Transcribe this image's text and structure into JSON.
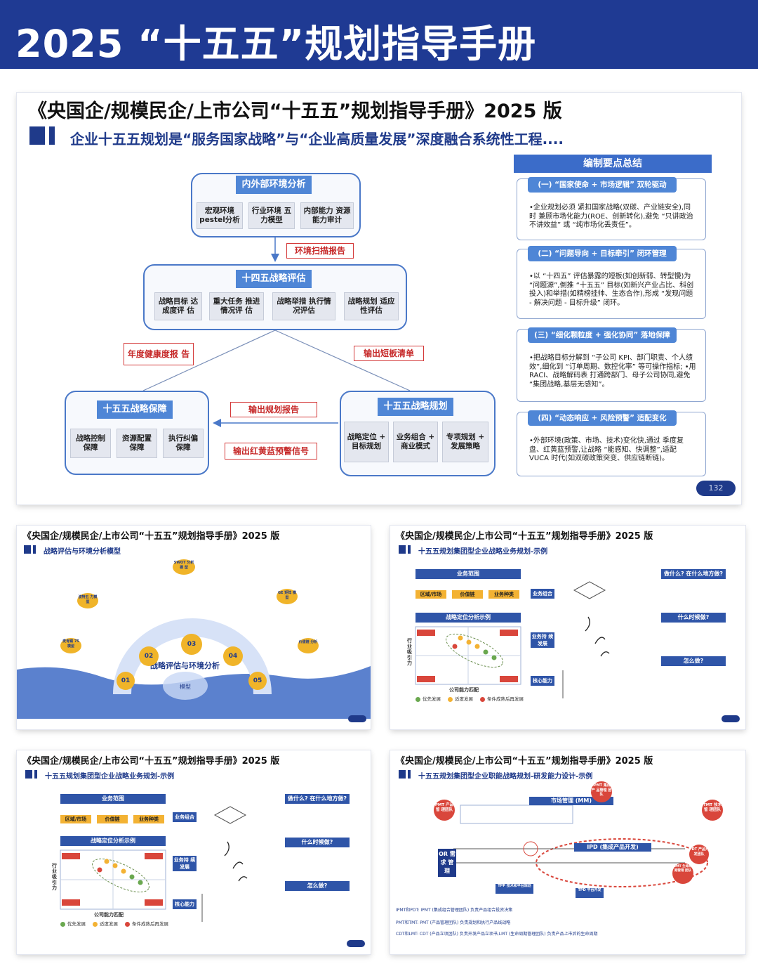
{
  "banner": {
    "title": "2025 “十五五”规划指导手册"
  },
  "main_slide": {
    "title": "《央国企/规模民企/上市公司“十五五”规划指导手册》2025 版",
    "subtitle": "企业十五五规划是“服务国家战略”与“企业高质量发展”深度融合系统性工程....",
    "env": {
      "title": "内外部环境分析",
      "items": [
        "宏观环境 pestel分析",
        "行业环境 五力模型",
        "内部能力 资源能力审计"
      ]
    },
    "env_report": "环境扫描报告",
    "eval14": {
      "title": "十四五战略评估",
      "items": [
        "战略目标 达成度评 估",
        "重大任务 推进情况评 估",
        "战略举措 执行情况评估",
        "战略规划 适应性评估"
      ]
    },
    "health_report": "年度健康度报 告",
    "shortboard": "输出短板清单",
    "guarantee": {
      "title": "十五五战略保障",
      "items": [
        "战略控制 保障",
        "资源配置 保障",
        "执行纠偏 保障"
      ]
    },
    "plan15": {
      "title": "十五五战略规划",
      "items": [
        "战略定位 + 目标规划",
        "业务组合 + 商业模式",
        "专项规划 + 发展策略"
      ]
    },
    "plan_report": "输出规划报告",
    "warning": "输出红黄蓝预警信号",
    "summary": {
      "title": "编制要点总结",
      "items": [
        {
          "label": "(一) “国家使命 + 市场逻辑” 双轮驱动",
          "text": "•企业规划必须 紧扣国家战略(双碳、产业链安全),同时 兼顾市场化能力(ROE、创新转化),避免 “只讲政治不讲效益” 或 “纯市场化丢责任”。"
        },
        {
          "label": "(二) “问题导向 + 目标牵引” 闭环管理",
          "text": "•以 “十四五” 评估暴露的短板(如创新弱、转型慢)为 “问题源”,倒推 “十五五” 目标(如新兴产业占比、科创投入)和举措(如精榜挂帅、生态合作),形成 “发现问题 - 解决问题 - 目标升级” 闭环。"
        },
        {
          "label": "(三) “细化颗粒度 + 强化协同” 落地保障",
          "text": "•把战略目标分解到 “子公司 KPI、部门职责、个人绩效”,细化到 “订单周期、数控化率” 等可操作指标; •用 RACI、战略解码表 打通跨部门、母子公司协同,避免 “集团战略,基层无感知”。"
        },
        {
          "label": "(四) “动态响应 + 风险预警” 适配变化",
          "text": "•外部环境(政策、市场、技术)变化快,通过 季度复盘、红黄蓝预警,让战略 “能感知、快调整”,适配 VUCA 时代(如双碳政策突变、供应链断链)。"
        }
      ]
    },
    "page_number": "132"
  },
  "slide2": {
    "title": "《央国企/规模民企/上市公司“十五五”规划指导手册》2025 版",
    "subtitle": "战略评估与环境分析模型",
    "center": "战略评估与环境分析",
    "model": "模型",
    "steps": [
      "01",
      "02",
      "03",
      "04",
      "05"
    ],
    "tags": [
      "SWOT 分析模 型",
      "波特五 力模型",
      "GE 矩阵 模型",
      "价值链 分析",
      "麦肯锡 7S 模型"
    ]
  },
  "slide3": {
    "title": "《央国企/规模民企/上市公司“十五五”规划指导手册》2025 版",
    "subtitle": "十五五规划集团型企业战略业务规划-示例",
    "scope": "业务范围",
    "scope_items": [
      "区域/市场",
      "价值链",
      "业务种类"
    ],
    "position": "战略定位分析示例",
    "labels": [
      "业务组合",
      "业务持 续发展",
      "核心能力"
    ],
    "questions": [
      "做什么? 在什么地方做?",
      "什么时候做?",
      "怎么做?"
    ],
    "y_axis": "行业吸引力",
    "x_axis": "公司能力匹配",
    "legend": [
      "优先发展",
      "适度发展",
      "条件成熟后再发展"
    ]
  },
  "slide4": {
    "title": "《央国企/规模民企/上市公司“十五五”规划指导手册》2025 版",
    "subtitle": "十五五规划集团型企业战略业务规划-示例",
    "scope": "业务范围",
    "scope_items": [
      "区域/市场",
      "价值链",
      "业务种类"
    ],
    "position": "战略定位分析示例",
    "labels": [
      "业务组合",
      "业务持 续发展",
      "核心能力"
    ],
    "questions": [
      "做什么? 在什么地方做?",
      "什么时候做?",
      "怎么做?"
    ],
    "y_axis": "行业吸引力",
    "x_axis": "公司能力匹配",
    "legend": [
      "优先发展",
      "适度发展",
      "条件成熟后再发展"
    ]
  },
  "slide5": {
    "title": "《央国企/规模民企/上市公司“十五五”规划指导手册》2025 版",
    "subtitle": "十五五规划集团型企业职能战略规划-研发能力设计-示例",
    "mm": "市场管理 (MM)",
    "ipd": "IPD (集成产品开发)",
    "or": "OR 需求 管理",
    "pmt": "PMT 产品管 理团队",
    "ipmt": "IPMT 集成产 品管理 团队",
    "tmt": "TMT 技术管 理团队",
    "pdt": "PDT 产品开 发团队",
    "lmt": "LMT 生命周 期管理 团队",
    "tpp": "TPP 技术和平台规划",
    "tpd": "TPD 平台开发",
    "footer": [
      "IPMT和PDT: IPMT (集成组合管理团队) 负责产品组合投资决策",
      "PMT和TMT: PMT (产品管理团队) 负责规划和执行产品线战略",
      "CDT和LMT: CDT (产品立项团队) 负责开发产品立项书,LMT (生命周期管理团队) 负责产品上市后的生命周期"
    ]
  }
}
